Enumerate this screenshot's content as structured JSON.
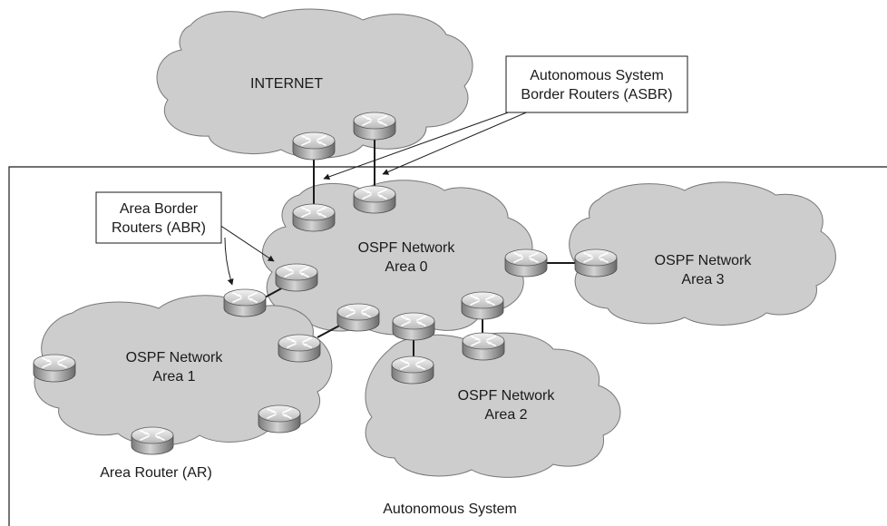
{
  "diagram": {
    "internet_label": "INTERNET",
    "area0_line1": "OSPF Network",
    "area0_line2": "Area 0",
    "area1_line1": "OSPF Network",
    "area1_line2": "Area 1",
    "area2_line1": "OSPF Network",
    "area2_line2": "Area 2",
    "area3_line1": "OSPF Network",
    "area3_line2": "Area 3",
    "asbr_line1": "Autonomous System",
    "asbr_line2": "Border Routers (ASBR)",
    "abr_line1": "Area Border",
    "abr_line2": "Routers (ABR)",
    "ar_label": "Area Router (AR)",
    "as_label": "Autonomous System"
  }
}
